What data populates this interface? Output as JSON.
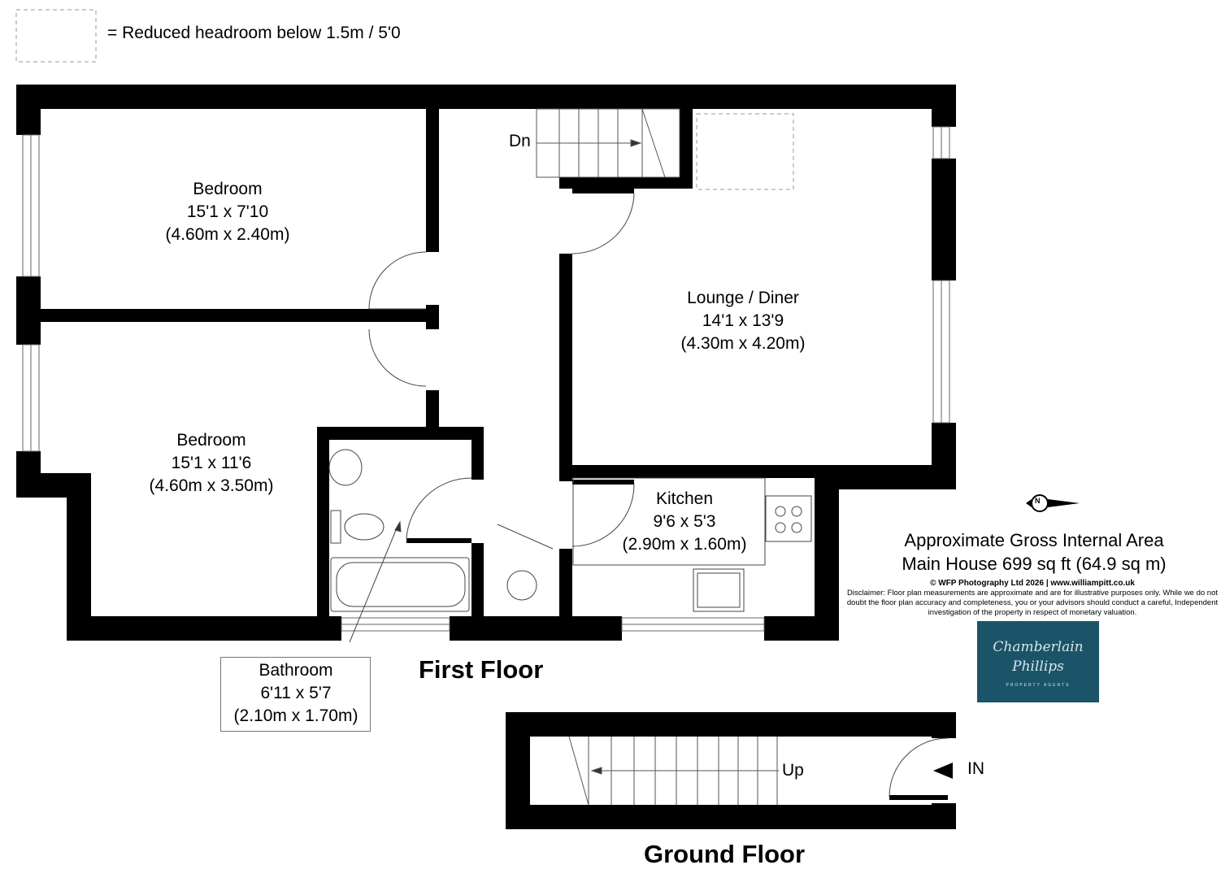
{
  "legend": {
    "text": "= Reduced headroom below 1.5m / 5'0"
  },
  "rooms": [
    {
      "name": "Bedroom",
      "imperial": "15'1 x 7'10",
      "metric": "(4.60m x 2.40m)"
    },
    {
      "name": "Bedroom",
      "imperial": "15'1 x 11'6",
      "metric": "(4.60m x 3.50m)"
    },
    {
      "name": "Lounge / Diner",
      "imperial": "14'1 x 13'9",
      "metric": "(4.30m x 4.20m)"
    },
    {
      "name": "Kitchen",
      "imperial": "9'6 x 5'3",
      "metric": "(2.90m x 1.60m)"
    },
    {
      "name": "Bathroom",
      "imperial": "6'11 x 5'7",
      "metric": "(2.10m x 1.70m)"
    }
  ],
  "labels": {
    "dn": "Dn",
    "up": "Up",
    "in": "IN"
  },
  "floors": {
    "first": "First Floor",
    "ground": "Ground Floor"
  },
  "area": {
    "line1": "Approximate Gross Internal Area",
    "line2": "Main House 699 sq ft (64.9 sq m)"
  },
  "credit": {
    "copyright": "© WFP Photography Ltd 2026 | www.williampitt.co.uk",
    "disclaimer": "Disclaimer: Floor plan measurements are approximate and are for illustrative purposes only. While we do not doubt the floor plan accuracy and completeness, you or your advisors should conduct a careful, Independent investigation of the property in respect of monetary valuation."
  },
  "logo": {
    "line1": "Chamberlain",
    "line2": "Phillips",
    "line3": "PROPERTY AGENTS",
    "color": "#1b5468"
  },
  "compass": {
    "label": "N"
  }
}
